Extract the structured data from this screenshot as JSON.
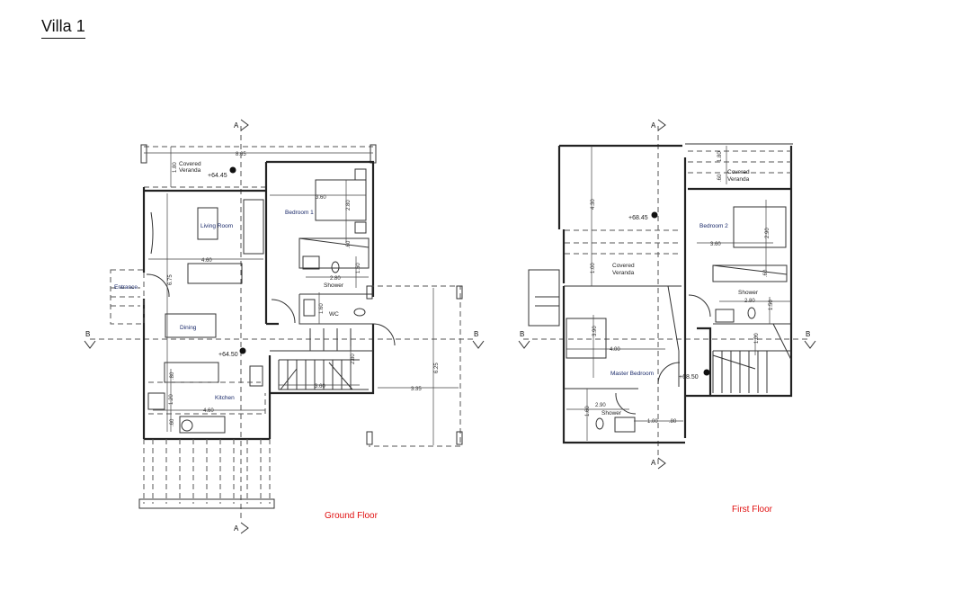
{
  "title": "Villa 1",
  "section_markers": {
    "a": "A",
    "b": "B"
  },
  "ground_floor": {
    "name": "Ground Floor",
    "rooms": {
      "covered_veranda": [
        "Covered",
        "Veranda"
      ],
      "living_room": "Living Room",
      "bedroom_1": "Bedroom 1",
      "entrance": "Entrance",
      "dining": "Dining",
      "shower": "Shower",
      "wc": "WC",
      "kitchen": "Kitchen"
    },
    "levels": {
      "veranda": "+64.45",
      "main": "+64.50"
    },
    "dimensions": {
      "overall_width": "8.65",
      "veranda_depth": "1.80",
      "living_width": "4.60",
      "bedroom_width": "3.60",
      "bedroom_depth": "2.80",
      "wardrobe": ".60",
      "shower_width": "2.80",
      "shower_depth": "1.50",
      "wc_depth": "1.60",
      "living_depth": "6.75",
      "stair_depth": "2.80",
      "stair_width": "3.60",
      "terrace_depth": "6.25",
      "terrace_width": "3.35",
      "kitchen_island": ".80",
      "kitchen_aisle": "1.20",
      "kitchen_counter": ".60",
      "kitchen_width": "4.60"
    }
  },
  "first_floor": {
    "name": "First Floor",
    "rooms": {
      "covered_veranda_top": [
        "Covered",
        "Veranda"
      ],
      "covered_veranda_left": [
        "Covered",
        "Veranda"
      ],
      "bedroom_2": "Bedroom 2",
      "shower_top": "Shower",
      "master_bedroom": "Master Bedroom",
      "shower_bottom": "Shower"
    },
    "levels": {
      "veranda": "+68.45",
      "landing": "+68.50"
    },
    "dimensions": {
      "veranda_depth": "4.30",
      "veranda_lower": "1.00",
      "top_veranda_depth": "1.80",
      "top_veranda_gap": ".60",
      "bedroom2_width": "3.60",
      "bedroom2_depth": "2.90",
      "wardrobe": ".60",
      "shower_width": "2.80",
      "shower_depth": "1.50",
      "stair": "1.00",
      "master_depth": "3.90",
      "master_width": "4.00",
      "ensuite_width": "2.90",
      "ensuite_depth": "1.60",
      "closet_a": "1.00",
      "closet_b": ".80"
    }
  }
}
